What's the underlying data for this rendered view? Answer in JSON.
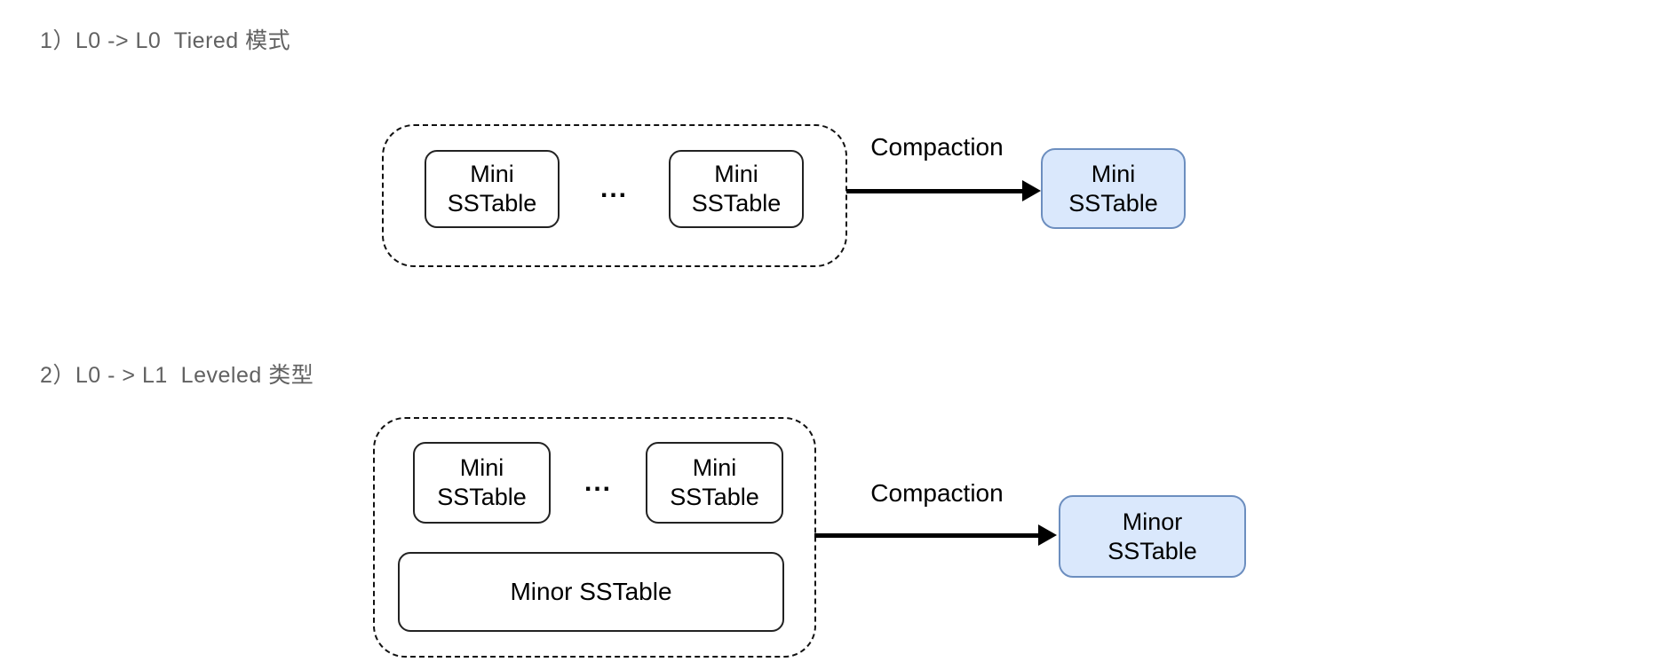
{
  "colors": {
    "heading_text": "#616161",
    "dashed_border": "#111111",
    "box_border": "#222222",
    "highlight_fill": "#dae8fc",
    "highlight_border": "#6c8ebf",
    "arrow_color": "#000000",
    "label_text": "#000000"
  },
  "section1": {
    "heading": "1）L0 -> L0  Tiered 模式",
    "group_boxes": {
      "box1": "Mini\nSSTable",
      "dots": "...",
      "box2": "Mini\nSSTable"
    },
    "arrow_label": "Compaction",
    "result_box": "Mini\nSSTable"
  },
  "section2": {
    "heading": "2）L0 - > L1  Leveled 类型",
    "group_boxes": {
      "box1": "Mini\nSSTable",
      "dots": "...",
      "box2": "Mini\nSSTable",
      "wide_box": "Minor SSTable"
    },
    "arrow_label": "Compaction",
    "result_box": "Minor\nSSTable"
  }
}
